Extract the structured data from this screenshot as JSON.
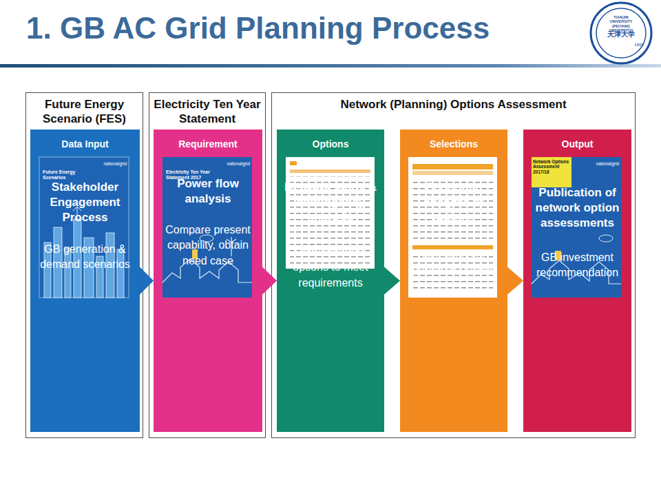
{
  "diagram": {
    "title": "1. GB AC Grid Planning Process",
    "nodes": [
      {
        "text": [
          "Future Energy Scenario (FES)"
        ]
      },
      {
        "text": [
          "Data Input",
          "Stakeholder Engagement Process",
          "GB generation & demand scenarios"
        ],
        "in": 0
      },
      {
        "text": [
          "Electricity Ten Year Statement"
        ]
      },
      {
        "text": [
          "Requirement",
          "Power flow analysis",
          "Compare present capability, obtain need case"
        ],
        "in": 2
      },
      {
        "text": [
          "Network (Planning) Options Assessment"
        ]
      },
      {
        "text": [
          "Options",
          "Network study & contingency analysis",
          "Reinforcement options to meet requirements"
        ],
        "in": 4
      },
      {
        "text": [
          "Selections",
          "Economic analysis of options",
          "Selections of preferred options"
        ],
        "in": 4
      },
      {
        "text": [
          "Output",
          "Publication of network option assessments",
          "GB investment recommendation"
        ],
        "in": 4
      }
    ],
    "edges": [
      {
        "from": 1,
        "to": 3,
        "arrow": "to"
      },
      {
        "from": 3,
        "to": 5,
        "arrow": "to"
      },
      {
        "from": 5,
        "to": 6,
        "arrow": "to"
      },
      {
        "from": 6,
        "to": 7,
        "arrow": "to"
      }
    ],
    "labels": [
      "TIANJIN UNIVERSITY (PEIYANG UNIVERSITY)",
      "1895",
      "天津大学",
      "Future Energy Scenarios",
      "nationalgrid",
      "Electricity Ten Year Statement 2017",
      "nationalgrid",
      "Network Options Assessment 2017/18",
      "nationalgrid"
    ]
  }
}
